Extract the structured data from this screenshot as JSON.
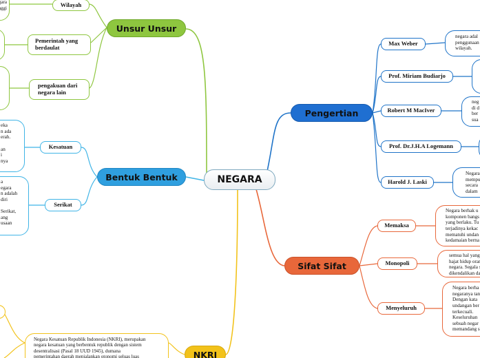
{
  "center": "NEGARA",
  "colors": {
    "green": "#8ec63f",
    "blue": "#1e73c8",
    "blue_main": "#1f6fd1",
    "orange": "#e8673a",
    "yellow": "#f2c21a",
    "cyan": "#3fb4e6",
    "cyan_main": "#2f9fdf"
  },
  "branches": {
    "unsur": {
      "label": "Unsur Unsur",
      "children": [
        {
          "label": "Wilayah",
          "note": "ayan yang\nh negara\ntinggi"
        },
        {
          "label": "Pemerintah yang berdaulat",
          "note": ""
        },
        {
          "label": "pengakuan dari negara lain",
          "note": ""
        }
      ]
    },
    "pengertian": {
      "label": "Pengertian",
      "children": [
        {
          "label": "Max Weber",
          "note": "negara adal\npenggunaan\nwilayah."
        },
        {
          "label": "Prof. Miriam Budiarjo",
          "note": ""
        },
        {
          "label": "Robert M MacIver",
          "note": "neg\ndi d\nber\nsua"
        },
        {
          "label": "Prof. Dr.J.H.A Logemann",
          "note": ""
        },
        {
          "label": "Harold J. Laski",
          "note": "Negara\nmempu\nsecara\ndalam"
        }
      ]
    },
    "bentuk": {
      "label": "Bentuk Bentuk",
      "children": [
        {
          "label": "Kesatuan",
          "note": "eka\nn ada\nerah.\n\nan\ni\nnya"
        },
        {
          "label": "Serikat",
          "note": "a\negara\nn adalah\ndiri\n\nSerikat,\nang\nusaan"
        }
      ]
    },
    "sifat": {
      "label": "Sifat Sifat",
      "children": [
        {
          "label": "Memaksa",
          "note": "Negara berhak u\nkomponen bangs\nyang berlaku. Tu\nterjadinya kekac\nmematuhi undan\nkedamaian berna"
        },
        {
          "label": "Monopoli",
          "note": "semua hal yang\nhajat hidup oran\nnegara. Segala s\ndikendalikan dar"
        },
        {
          "label": "Menyeluruh",
          "note": "Negara berha\nnegaranya tan\nDengan kata\nundangan ber\nterkecuali.\nKeseluruhan\nsebuah negar\nmemandang s"
        }
      ]
    },
    "nkri": {
      "label": "NKRI",
      "note": "Negara Kesatuan Republik Indonesia (NKRI), merupakan\nnegara kesatuan yang berbentuk republik dengan sistem\ndesentralisasi (Pasal 18 UUD 1945), dumana\npemerintahan daerah menjalankan otonomi seluas luas"
    }
  }
}
